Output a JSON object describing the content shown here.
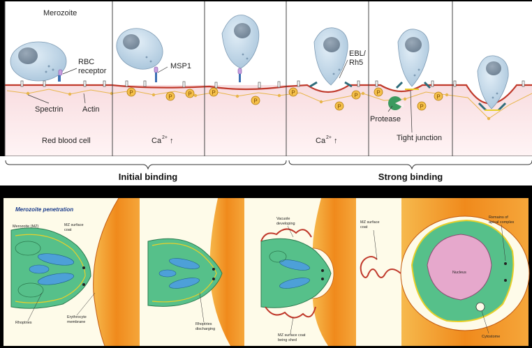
{
  "top_panel": {
    "labels": {
      "merozoite": "Merozoite",
      "rbc_receptor_1": "RBC",
      "rbc_receptor_2": "receptor",
      "msp1": "MSP1",
      "ebl_1": "EBL/",
      "ebl_2": "Rh5",
      "spectrin": "Spectrin",
      "actin": "Actin",
      "red_blood_cell": "Red blood cell",
      "ca_1": "Ca",
      "ca_2": "Ca",
      "ca_sup": "2+",
      "arrow_up": "↑",
      "protease": "Protease",
      "tight_junction": "Tight junction",
      "phospho": "P"
    },
    "phases": {
      "initial": "Initial binding",
      "strong": "Strong binding"
    }
  },
  "bottom_panel": {
    "title": "Merozoite penetration",
    "labels": {
      "merozoite_mz": "Merozoite (MZ)",
      "mz_surface_coat": "MZ surface",
      "mz_surface_coat_2": "coat",
      "rhoptries": "Rhoptries",
      "erythrocyte_1": "Erythrocyte",
      "erythrocyte_2": "membrane",
      "rhoptries_discharging_1": "Rhoptries",
      "rhoptries_discharging_2": "discharging",
      "vacuole_1": "Vacuole",
      "vacuole_2": "developing",
      "shed_1": "MZ surface coat",
      "shed_2": "being shed",
      "mz_coat_b1": "MZ surface",
      "mz_coat_b2": "coat",
      "remains_1": "Remains of",
      "remains_2": "apical complex",
      "nucleus": "Nucleus",
      "cytostome": "Cytostome"
    }
  },
  "colors": {
    "parasite": "#c9dbea",
    "rbc_top": "#f4cfd4",
    "rbc_membrane": "#c0392b",
    "phospho": "#f5c04a",
    "protease": "#3c9a5f",
    "erythrocyte_orange": "#f08a1c",
    "merozoite_green": "#56c08a",
    "rhoptry_blue": "#4da0d8",
    "nucleus_pink": "#e6a8cc"
  }
}
